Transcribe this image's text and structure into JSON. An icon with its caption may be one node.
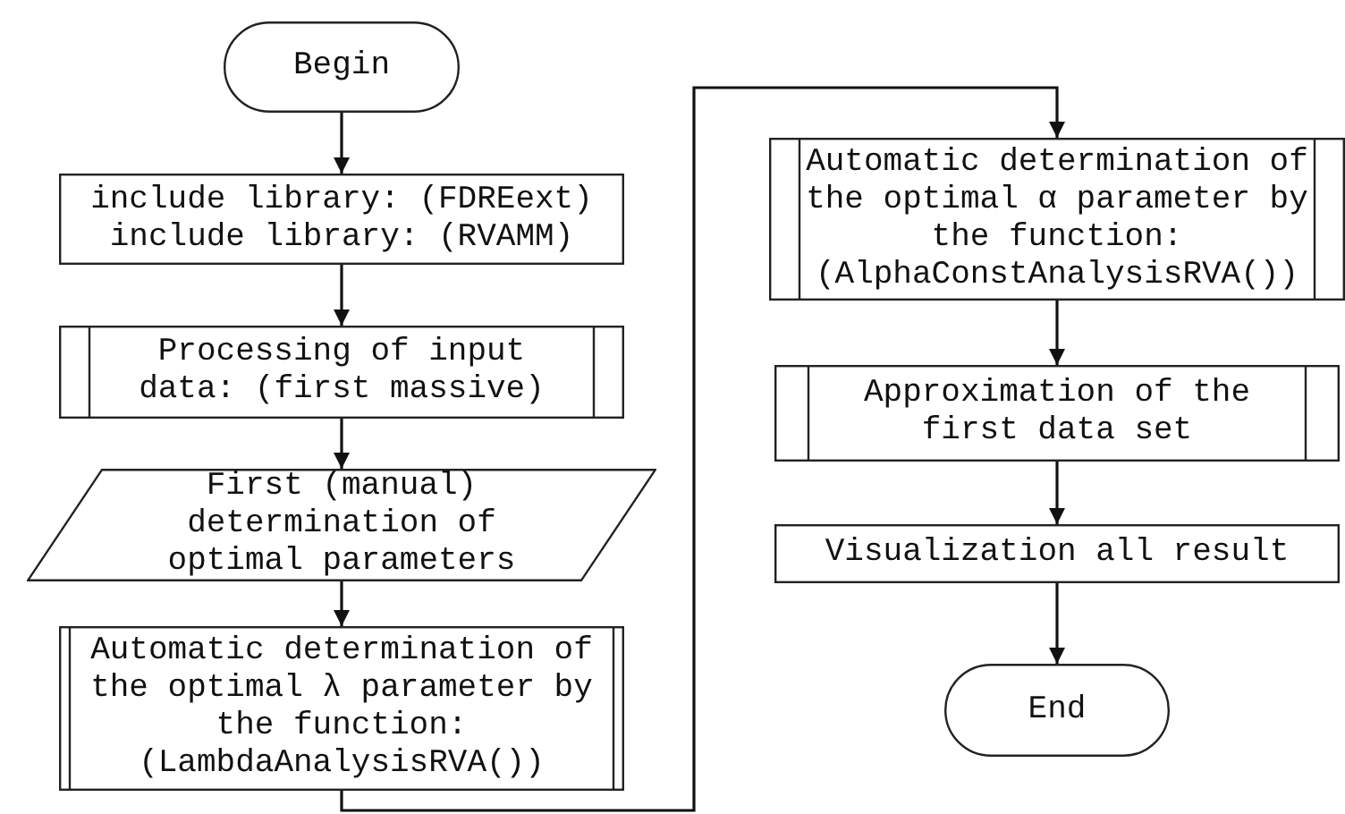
{
  "diagram": {
    "nodes": [
      {
        "text": [
          "Begin"
        ]
      },
      {
        "text": [
          "include library: (FDREext)",
          "include library: (RVAMM)"
        ]
      },
      {
        "text": [
          "Processing of input data: (first massive)"
        ]
      },
      {
        "text": [
          "First (manual) determination of optimal parameters"
        ]
      },
      {
        "text": [
          "Automatic determination of the optimal λ parameter by the function: (LambdaAnalysisRVA())"
        ]
      },
      {
        "text": [
          "Automatic determination of the optimal α parameter by the function: (AlphaConstAnalysisRVA())"
        ]
      },
      {
        "text": [
          "Approximation of the first data set"
        ]
      },
      {
        "text": [
          "Visualization all result"
        ]
      },
      {
        "text": [
          "End"
        ]
      }
    ],
    "edges": [
      {
        "from": 0,
        "to": 1,
        "arrow": "to"
      },
      {
        "from": 1,
        "to": 2,
        "arrow": "to"
      },
      {
        "from": 2,
        "to": 3,
        "arrow": "to"
      },
      {
        "from": 3,
        "to": 4,
        "arrow": "to"
      },
      {
        "from": 4,
        "to": 5,
        "arrow": "to"
      },
      {
        "from": 5,
        "to": 6,
        "arrow": "to"
      },
      {
        "from": 6,
        "to": 7,
        "arrow": "to"
      },
      {
        "from": 7,
        "to": 8,
        "arrow": "to"
      }
    ]
  }
}
